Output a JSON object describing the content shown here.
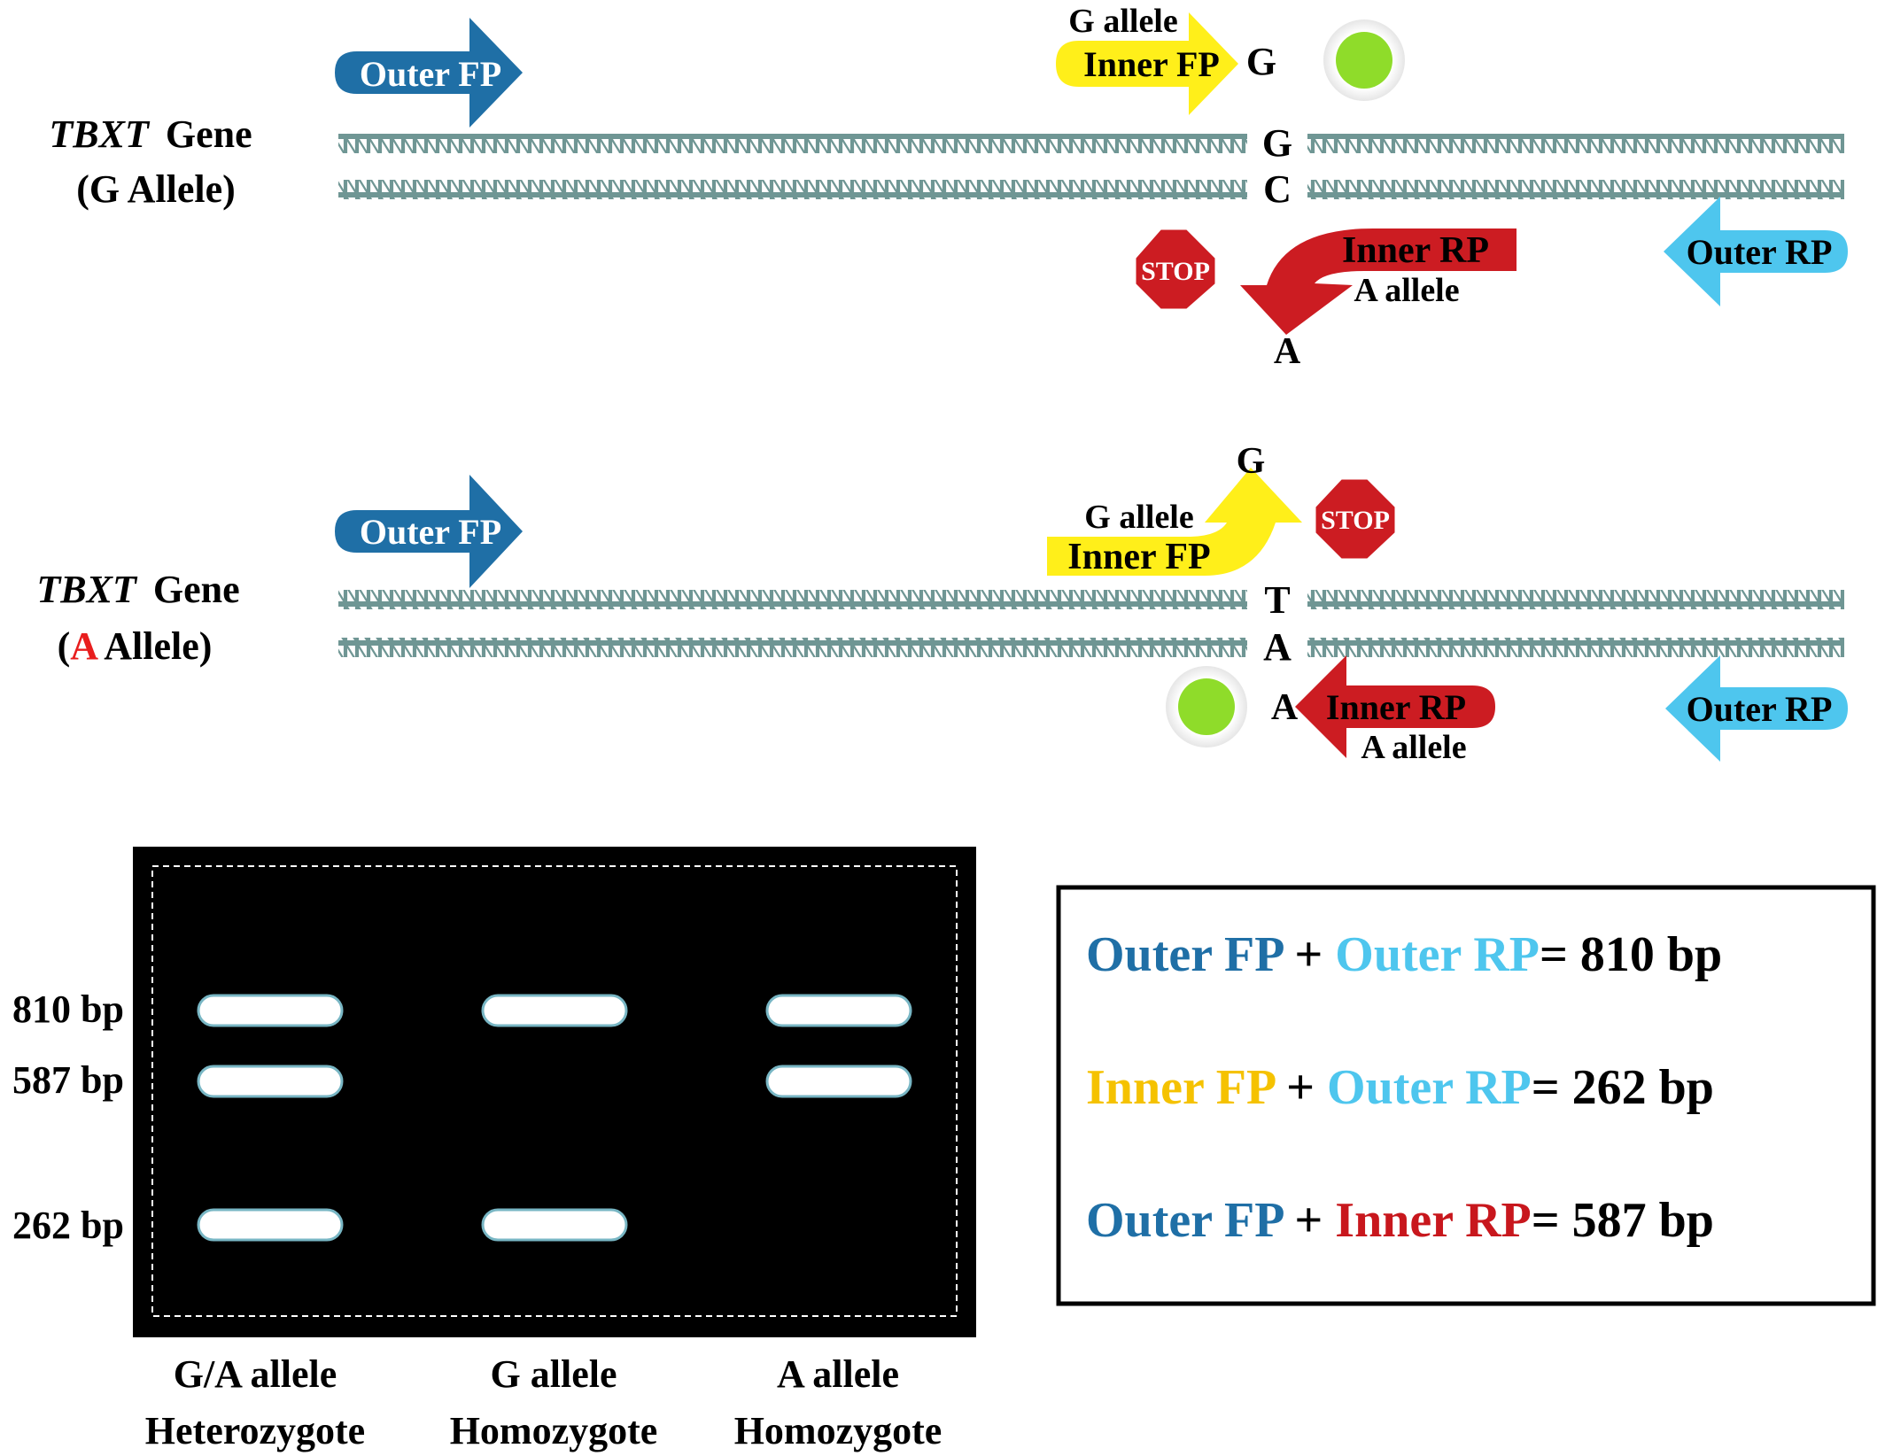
{
  "colors": {
    "outer_fp": "#1f6fa6",
    "outer_rp": "#4ec6ee",
    "inner_fp": "#ffef1a",
    "inner_fp_text": "#f5c200",
    "inner_rp": "#cc1c22",
    "inner_rp_text": "#c8171d",
    "dna": "#6f9694",
    "green_dot": "#8fdc2a",
    "gel": "#000000",
    "band_fill": "#ffffff",
    "band_edge": "#78b6c4",
    "allele_red": "#e81e1e"
  },
  "panel_g": {
    "gene_name": "TBXT",
    "gene_word": "Gene",
    "allele_label": "(G Allele)",
    "strand_top_base": "G",
    "strand_bottom_base": "C",
    "outer_fp": "Outer FP",
    "inner_fp": "Inner FP",
    "inner_fp_allele": "G allele",
    "inner_fp_end_base": "G",
    "outer_rp": "Outer RP",
    "inner_rp": "Inner RP",
    "inner_rp_allele": "A allele",
    "inner_rp_end_base": "A",
    "stop_text": "STOP"
  },
  "panel_a": {
    "gene_name": "TBXT",
    "gene_word": "Gene",
    "allele_open": "(",
    "allele_letter": "A",
    "allele_rest": " Allele)",
    "strand_top_base": "T",
    "strand_bottom_base": "A",
    "outer_fp": "Outer FP",
    "inner_fp": "Inner FP",
    "inner_fp_allele": "G allele",
    "inner_fp_end_base": "G",
    "outer_rp": "Outer RP",
    "inner_rp": "Inner RP",
    "inner_rp_allele": "A allele",
    "inner_rp_end_base": "A",
    "stop_text": "STOP"
  },
  "gel": {
    "size_labels": [
      "810 bp",
      "587 bp",
      "262 bp"
    ],
    "lanes": [
      {
        "line1": "G/A allele",
        "line2": "Heterozygote",
        "bands": [
          "810 bp",
          "587 bp",
          "262 bp"
        ]
      },
      {
        "line1": "G allele",
        "line2": "Homozygote",
        "bands": [
          "810 bp",
          "262 bp"
        ]
      },
      {
        "line1": "A allele",
        "line2": "Homozygote",
        "bands": [
          "810 bp",
          "587 bp"
        ]
      }
    ]
  },
  "legend": [
    {
      "p1": "Outer FP",
      "plus": " + ",
      "p2": "Outer RP",
      "result": "= 810 bp"
    },
    {
      "p1": "Inner FP",
      "plus": " + ",
      "p2": "Outer RP",
      "result": "= 262 bp"
    },
    {
      "p1": "Outer FP",
      "plus": " + ",
      "p2": "Inner RP",
      "result": "= 587 bp"
    }
  ]
}
